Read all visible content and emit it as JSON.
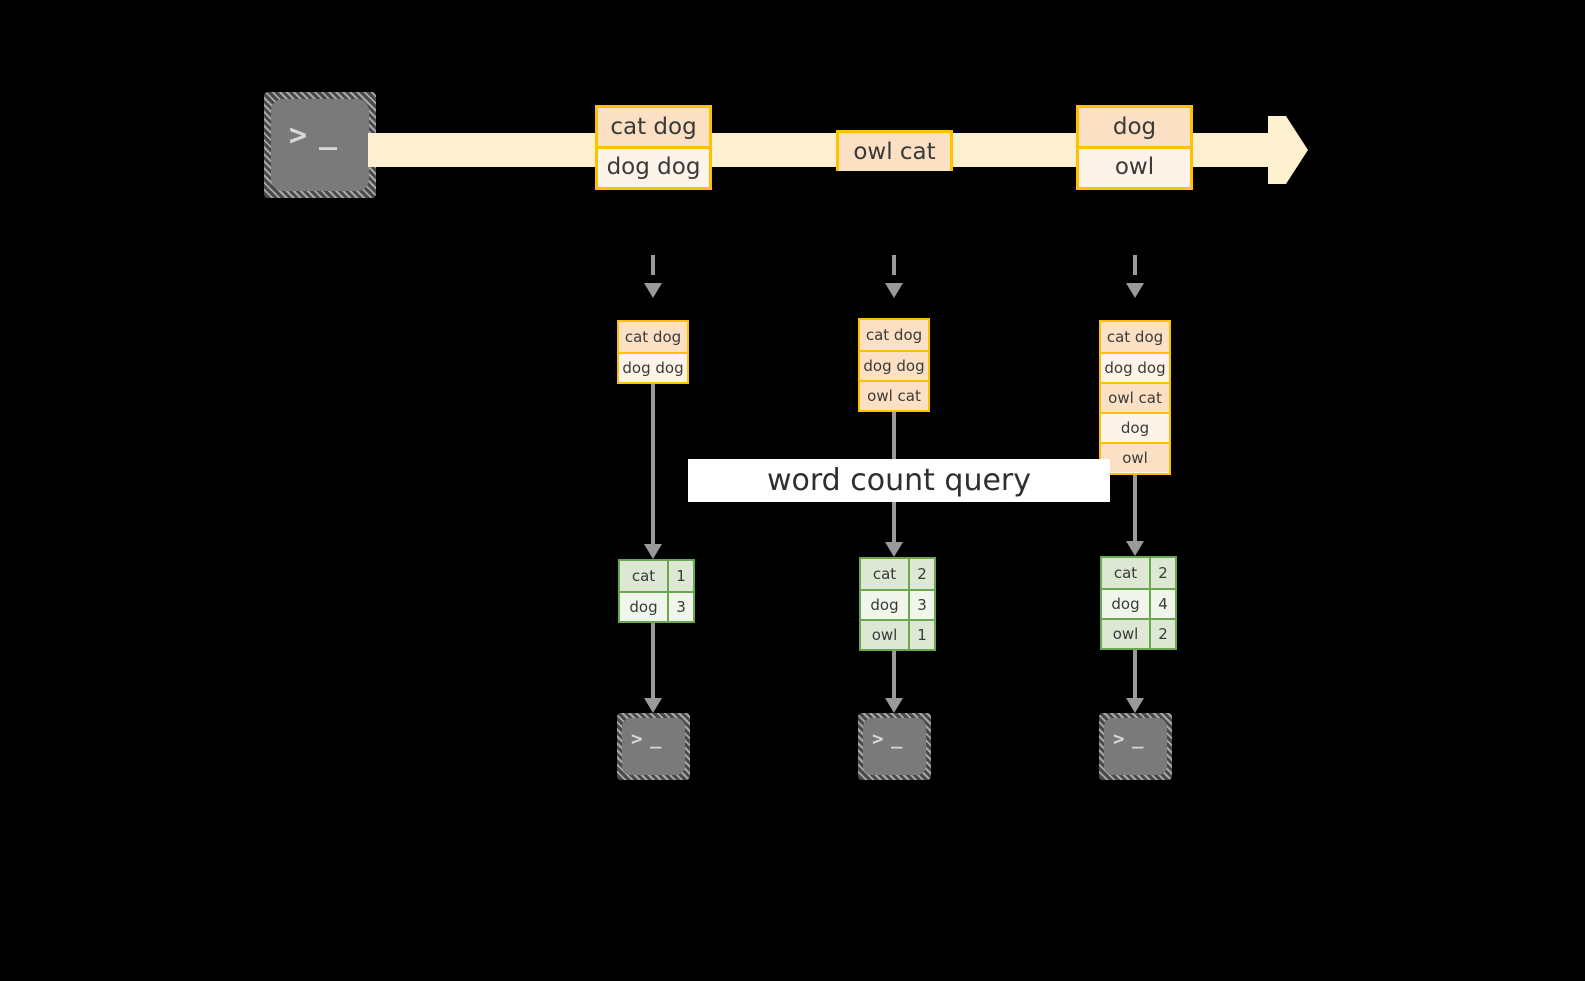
{
  "diagram": {
    "title": "word count query",
    "colors": {
      "background": "#000000",
      "stream_band": "#fdf0d0",
      "record_border": "#ffc000",
      "record_fill_dark": "#fbe0c4",
      "record_fill_light": "#fdf3e9",
      "table_border": "#6aa84f",
      "table_fill_dark": "#dde8d4",
      "table_fill_light": "#f1f6ed",
      "arrow_gray": "#9a9a9a",
      "terminal_gray": "#7a7a7a",
      "label_band": "#ffffff"
    }
  },
  "source": {
    "icon": "terminal-icon",
    "glyph_prompt": ">",
    "glyph_cursor": "_"
  },
  "stream": {
    "records": [
      {
        "id": "record-1",
        "lines": [
          "cat dog",
          "dog dog"
        ]
      },
      {
        "id": "record-2",
        "lines": [
          "owl cat"
        ]
      },
      {
        "id": "record-3",
        "lines": [
          "dog",
          "owl"
        ]
      }
    ]
  },
  "query_label": "word count query",
  "columns": [
    {
      "id": "column-1",
      "input": {
        "name": "accumulated-records-1",
        "lines": [
          "cat dog",
          "dog dog"
        ]
      },
      "result": {
        "name": "word-count-result-1",
        "rows": [
          {
            "word": "cat",
            "count": "1"
          },
          {
            "word": "dog",
            "count": "3"
          }
        ]
      },
      "sink": {
        "icon": "terminal-icon",
        "glyph_prompt": ">",
        "glyph_cursor": "_"
      }
    },
    {
      "id": "column-2",
      "input": {
        "name": "accumulated-records-2",
        "lines": [
          "cat dog",
          "dog dog",
          "owl cat"
        ]
      },
      "result": {
        "name": "word-count-result-2",
        "rows": [
          {
            "word": "cat",
            "count": "2"
          },
          {
            "word": "dog",
            "count": "3"
          },
          {
            "word": "owl",
            "count": "1"
          }
        ]
      },
      "sink": {
        "icon": "terminal-icon",
        "glyph_prompt": ">",
        "glyph_cursor": "_"
      }
    },
    {
      "id": "column-3",
      "input": {
        "name": "accumulated-records-3",
        "lines": [
          "cat dog",
          "dog dog",
          "owl cat",
          "dog",
          "owl"
        ]
      },
      "result": {
        "name": "word-count-result-3",
        "rows": [
          {
            "word": "cat",
            "count": "2"
          },
          {
            "word": "dog",
            "count": "4"
          },
          {
            "word": "owl",
            "count": "2"
          }
        ]
      },
      "sink": {
        "icon": "terminal-icon",
        "glyph_prompt": ">",
        "glyph_cursor": "_"
      }
    }
  ]
}
